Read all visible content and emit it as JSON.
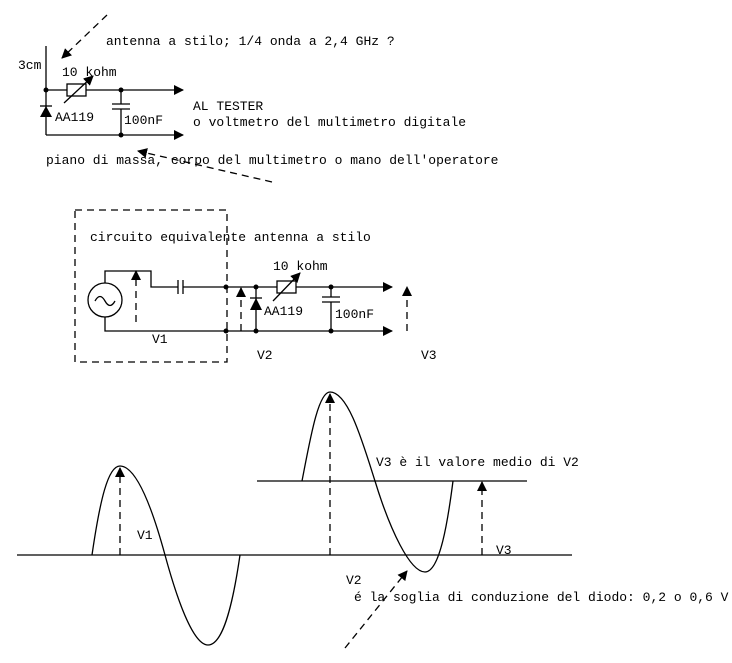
{
  "top_circuit": {
    "antenna_note": "antenna a stilo; 1/4 onda a 2,4 GHz ?",
    "length": "3cm",
    "resistor": "10 kohm",
    "diode": "AA119",
    "capacitor": "100nF",
    "output_line1": "AL TESTER",
    "output_line2": "o voltmetro del multimetro digitale",
    "ground_note": "piano di massa, corpo del multimetro o mano dell'operatore"
  },
  "equivalent_circuit": {
    "title": "circuito equivalente antenna a stilo",
    "resistor": "10 kohm",
    "diode": "AA119",
    "capacitor": "100nF",
    "v1": "V1",
    "v2": "V2",
    "v3": "V3"
  },
  "waveforms": {
    "v1": "V1",
    "v2": "V2",
    "v3": "V3",
    "mean_note": "V3 è il valore medio di V2",
    "threshold_note": "é la soglia di conduzione del diodo: 0,2 o 0,6 V"
  }
}
